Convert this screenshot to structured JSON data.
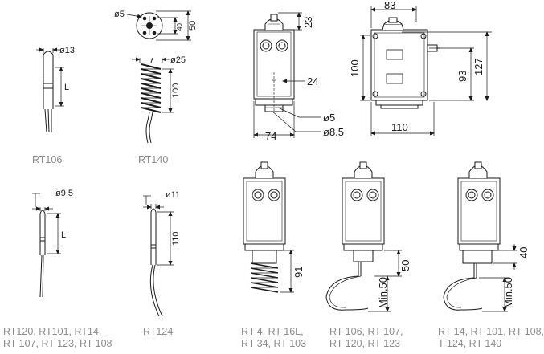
{
  "dimensions": {
    "rt106_dia": "ø13",
    "rt106_len": "L",
    "rt140_top_dia": "ø5",
    "rt140_top_40": "40",
    "rt140_top_50": "50",
    "rt140_dia": "ø25",
    "rt140_len": "100",
    "body_23": "23",
    "body_24": "24",
    "body_74": "74",
    "body_d5": "ø5",
    "body_d8": "ø8.5",
    "front_83": "83",
    "front_100": "100",
    "front_93": "93",
    "front_127": "127",
    "front_110": "110",
    "rt120_dia": "ø9,5",
    "rt120_len": "L",
    "rt124_dia": "ø11",
    "rt124_len": "110",
    "rt4_len": "91",
    "rt106b_len": "50",
    "rt106b_min": "Min.50",
    "rt14_len": "40",
    "rt14_min": "Min.50"
  },
  "captions": {
    "rt106": "RT106",
    "rt140": "RT140",
    "rt120_line1": "RT120, RT101, RT14,",
    "rt120_line2": "RT 107, RT 123, RT 108",
    "rt124": "RT124",
    "rt4_line1": "RT 4, RT 16L,",
    "rt4_line2": "RT 34, RT 103",
    "rt106b_line1": "RT 106, RT 107,",
    "rt106b_line2": "RT 120, RT 123",
    "rt14_line1": "RT 14, RT 101, RT 108,",
    "rt14_line2": "T 124, RT 140"
  }
}
